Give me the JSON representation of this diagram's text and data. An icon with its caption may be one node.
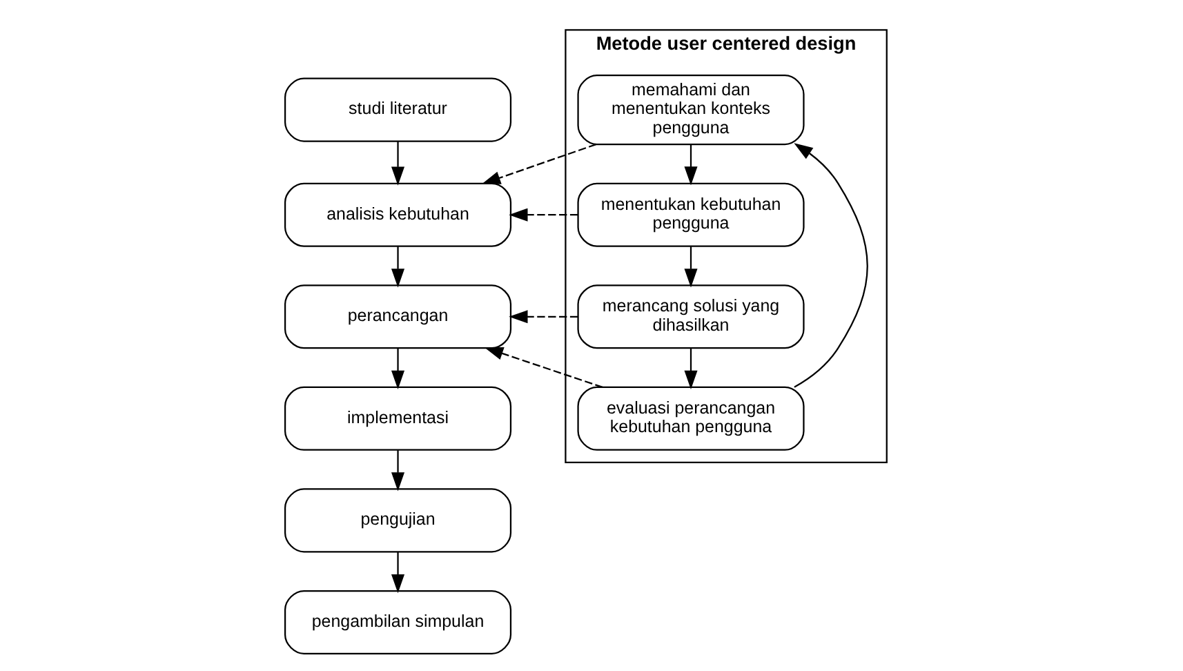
{
  "diagram": {
    "nodes": [
      {
        "text": [
          "studi literatur"
        ]
      },
      {
        "text": [
          "analisis kebutuhan"
        ]
      },
      {
        "text": [
          "perancangan"
        ]
      },
      {
        "text": [
          "implementasi"
        ]
      },
      {
        "text": [
          "pengujian"
        ]
      },
      {
        "text": [
          "pengambilan simpulan"
        ]
      },
      {
        "text": [
          "Metode user centered design"
        ]
      },
      {
        "text": [
          "memahami dan menentukan konteks pengguna"
        ],
        "in": 6
      },
      {
        "text": [
          "menentukan kebutuhan pengguna"
        ],
        "in": 6
      },
      {
        "text": [
          "merancang solusi yang dihasilkan"
        ],
        "in": 6
      },
      {
        "text": [
          "evaluasi perancangan kebutuhan pengguna"
        ],
        "in": 6
      }
    ],
    "edges": [
      {
        "from": 0,
        "to": 1,
        "arrow": "to"
      },
      {
        "from": 1,
        "to": 2,
        "arrow": "to"
      },
      {
        "from": 2,
        "to": 3,
        "arrow": "to"
      },
      {
        "from": 3,
        "to": 4,
        "arrow": "to"
      },
      {
        "from": 4,
        "to": 5,
        "arrow": "to"
      },
      {
        "from": 7,
        "to": 8,
        "arrow": "to"
      },
      {
        "from": 8,
        "to": 9,
        "arrow": "to"
      },
      {
        "from": 9,
        "to": 10,
        "arrow": "to"
      },
      {
        "from": 10,
        "to": 7,
        "arrow": "to"
      },
      {
        "from": 7,
        "to": 1,
        "arrow": "to",
        "style": "dashed"
      },
      {
        "from": 8,
        "to": 1,
        "arrow": "to",
        "style": "dashed"
      },
      {
        "from": 9,
        "to": 2,
        "arrow": "to",
        "style": "dashed"
      },
      {
        "from": 10,
        "to": 2,
        "arrow": "to",
        "style": "dashed"
      }
    ]
  }
}
